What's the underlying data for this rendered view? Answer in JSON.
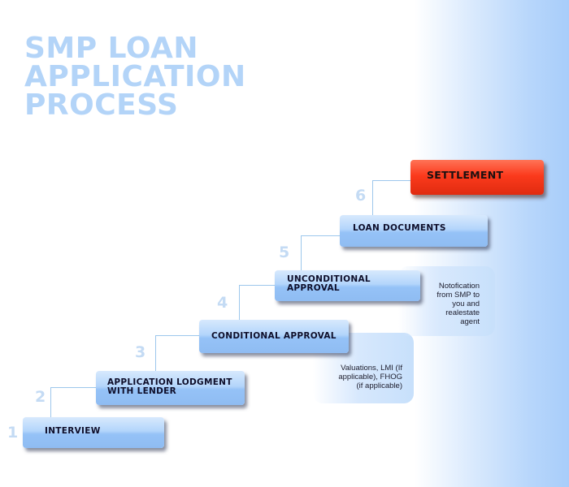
{
  "title": {
    "line1": "SMP LOAN",
    "line2": "APPLICATION",
    "line3": "PROCESS"
  },
  "steps": [
    {
      "number": "1",
      "label": "INTERVIEW"
    },
    {
      "number": "2",
      "label": "APPLICATION LODGMENT\nWITH LENDER"
    },
    {
      "number": "3",
      "label": "CONDITIONAL APPROVAL"
    },
    {
      "number": "4",
      "label": ""
    },
    {
      "number": "5",
      "label": "UNCONDITIONAL\nAPPROVAL"
    },
    {
      "number": "6",
      "label": "LOAN DOCUMENTS"
    },
    {
      "number": "",
      "label": "SETTLEMENT"
    }
  ],
  "notes": {
    "conditional": "Valuations, LMI (If\napplicable), FHOG\n(if applicable)",
    "unconditional": "Notofication\nfrom SMP to\nyou and\nrealestate\nagent"
  },
  "colors": {
    "title": "#b3d4f8",
    "step_box": "#a9cff9",
    "settlement_box": "#f5371a",
    "connector": "#9dc7ec",
    "numbers": "#c4dbf4"
  }
}
